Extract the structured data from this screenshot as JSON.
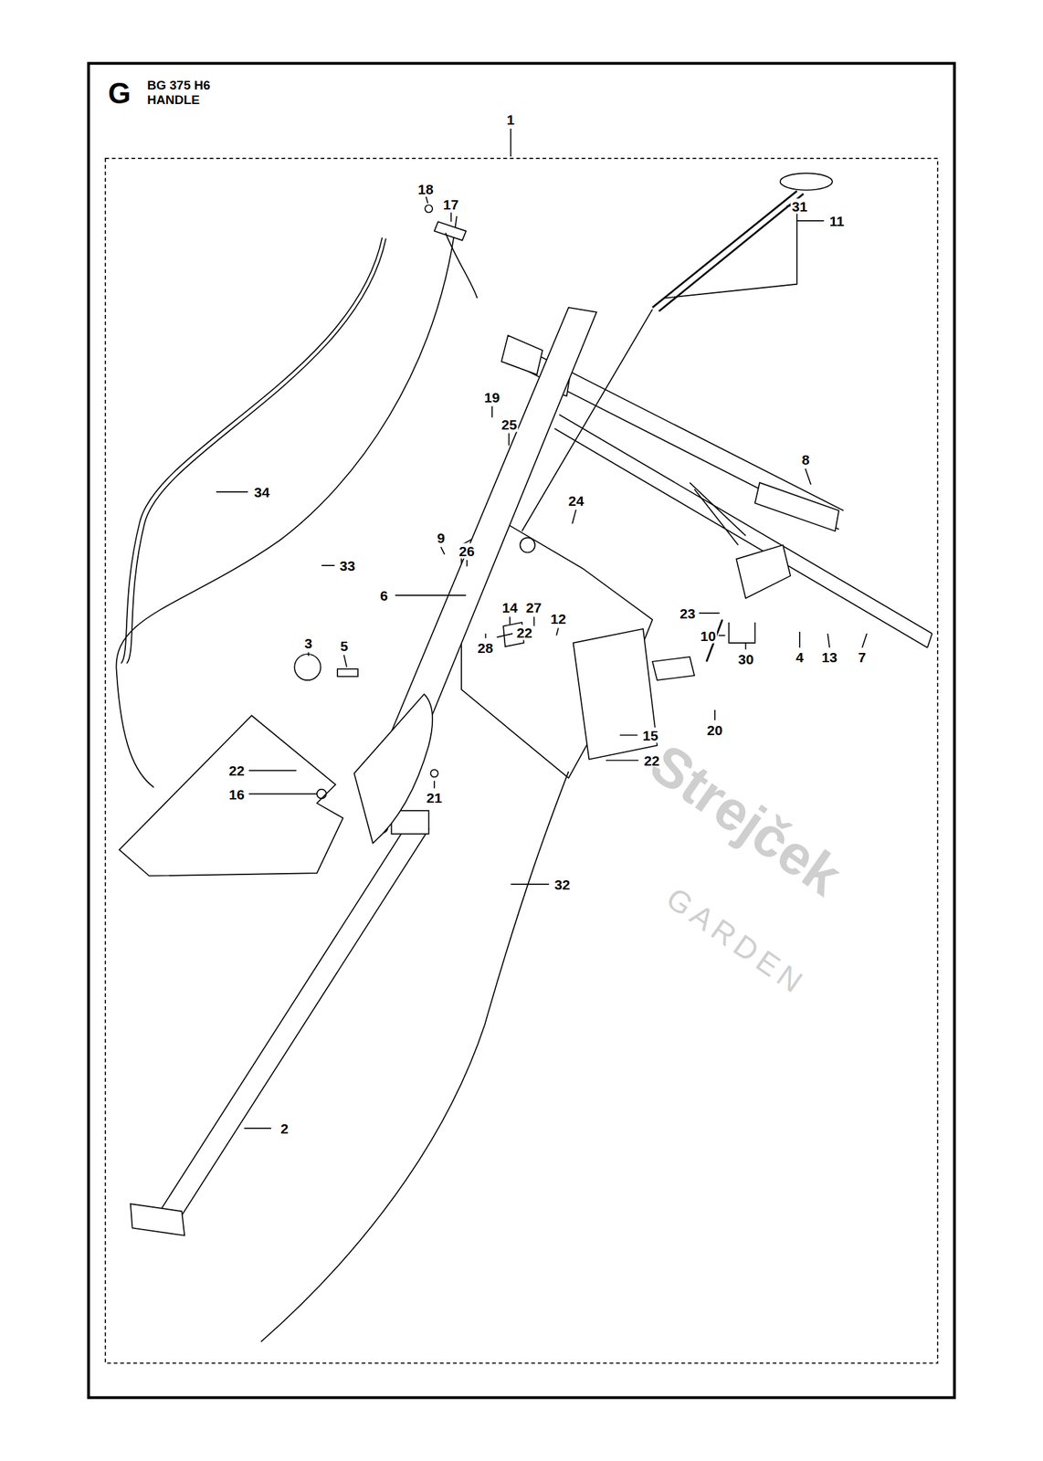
{
  "diagram": {
    "title": "BG 375 H6 HANDLE",
    "labels": [
      "1",
      "18",
      "17",
      "31",
      "11",
      "8",
      "19",
      "25",
      "34",
      "24",
      "9",
      "26",
      "33",
      "6",
      "14",
      "27",
      "12",
      "22",
      "28",
      "23",
      "10",
      "30",
      "4",
      "13",
      "7",
      "5",
      "3",
      "15",
      "20",
      "22",
      "22",
      "16",
      "21",
      "32",
      "2",
      "G",
      "Strejček",
      "GARDEN"
    ]
  }
}
